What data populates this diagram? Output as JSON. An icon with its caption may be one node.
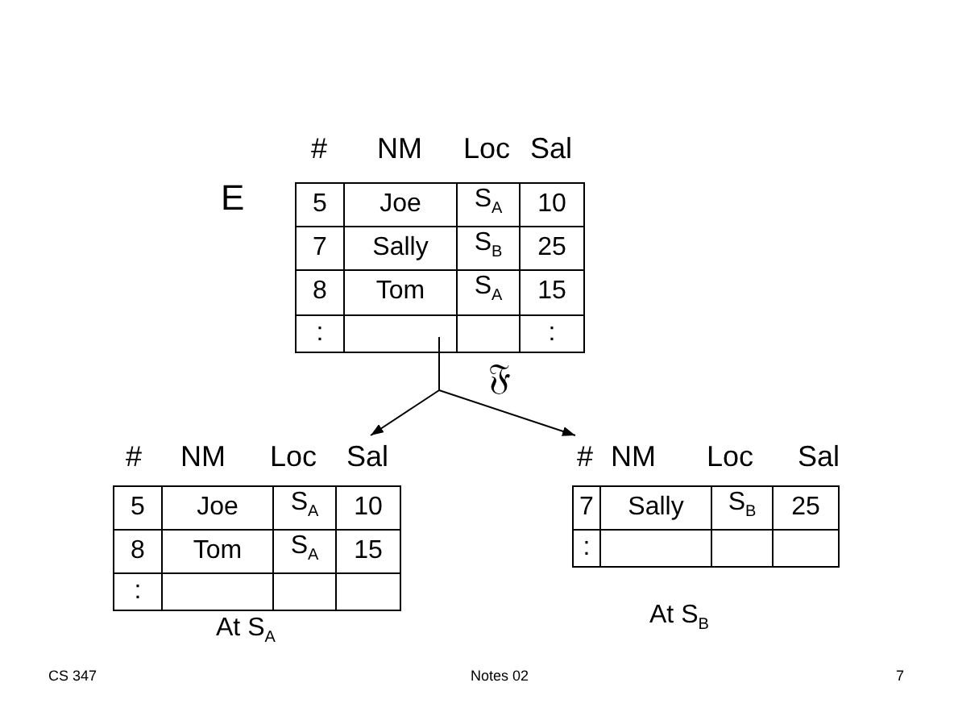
{
  "diagram": {
    "nodes": [
      {
        "text": [
          "#",
          "NM",
          "Loc",
          "Sal",
          "5",
          "Joe",
          "S$_{A}$",
          "10",
          "7",
          "Sally",
          "S$_{B}$",
          "25",
          "8",
          "Tom",
          "S$_{A}$",
          "15",
          ":",
          ":"
        ],
        "beside": [
          "E"
        ]
      },
      {
        "text": [
          "#",
          "NM",
          "Loc",
          "Sal",
          "5",
          "Joe",
          "S$_{A}$",
          "10",
          "8",
          "Tom",
          "S$_{A}$",
          "15",
          ":"
        ],
        "beside": [
          "At S$_{A}$"
        ]
      },
      {
        "text": [
          "#",
          "NM",
          "Loc",
          "Sal",
          "7",
          "Sally",
          "S$_{B}$",
          "25",
          ":"
        ],
        "beside": [
          "At S$_{B}$"
        ]
      }
    ],
    "edges": [
      {
        "from": 0,
        "to": 1,
        "arrow": "to"
      },
      {
        "from": 0,
        "to": 2,
        "arrow": "to"
      }
    ],
    "labels": [
      "𝔉",
      "CS 347",
      "Notes 02",
      "7"
    ]
  }
}
